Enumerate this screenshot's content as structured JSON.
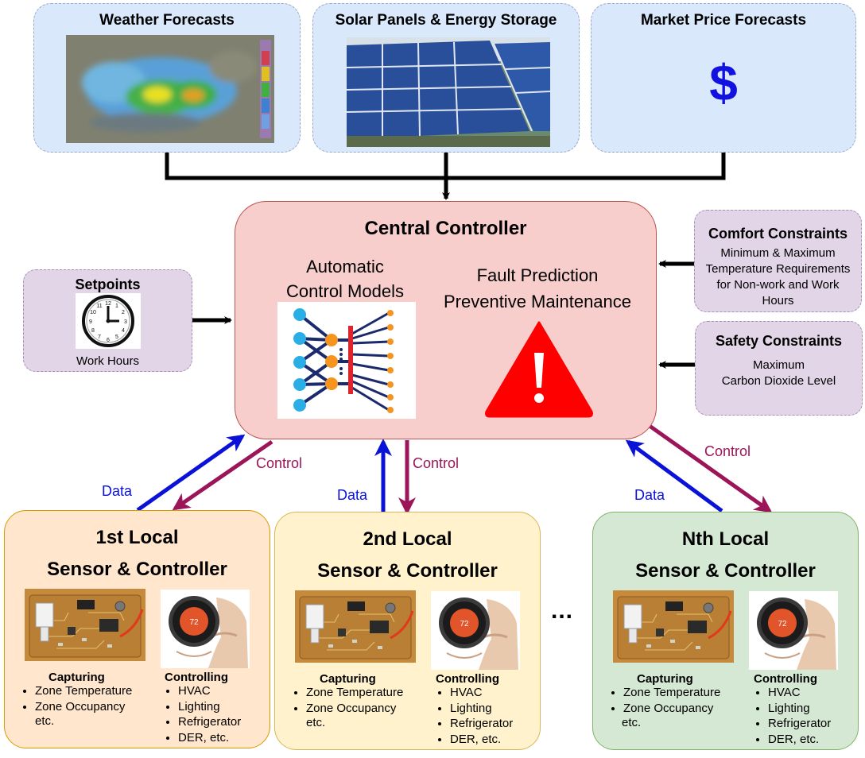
{
  "inputs": {
    "weather": "Weather Forecasts",
    "solar": "Solar Panels & Energy Storage",
    "market": "Market Price Forecasts",
    "market_symbol": "$"
  },
  "central": {
    "title": "Central Controller",
    "models_line1": "Automatic",
    "models_line2": "Control Models",
    "fault_line1": "Fault Prediction",
    "fault_line2": "Preventive Maintenance",
    "warning_symbol": "!"
  },
  "setpoints": {
    "title": "Setpoints",
    "subtitle": "Work Hours"
  },
  "comfort": {
    "title": "Comfort Constraints",
    "lines": [
      "Minimum & Maximum",
      "Temperature Requirements",
      "for Non-work and Work",
      "Hours"
    ]
  },
  "safety": {
    "title": "Safety Constraints",
    "lines": [
      "Maximum",
      "Carbon Dioxide Level"
    ]
  },
  "flow_labels": {
    "data": "Data",
    "control": "Control"
  },
  "locals": [
    {
      "title_line1": "1st Local",
      "title_line2": "Sensor & Controller",
      "capturing_title": "Capturing",
      "capturing": [
        "Zone Temperature",
        "Zone Occupancy"
      ],
      "capturing_etc": "etc.",
      "controlling_title": "Controlling",
      "controlling": [
        "HVAC",
        "Lighting",
        "Refrigerator",
        "DER, etc."
      ],
      "thermostat_value": "72"
    },
    {
      "title_line1": "2nd Local",
      "title_line2": "Sensor & Controller",
      "capturing_title": "Capturing",
      "capturing": [
        "Zone Temperature",
        "Zone Occupancy"
      ],
      "capturing_etc": "etc.",
      "controlling_title": "Controlling",
      "controlling": [
        "HVAC",
        "Lighting",
        "Refrigerator",
        "DER, etc."
      ],
      "thermostat_value": "72"
    },
    {
      "title_line1": "Nth Local",
      "title_line2": "Sensor & Controller",
      "capturing_title": "Capturing",
      "capturing": [
        "Zone Temperature",
        "Zone Occupancy"
      ],
      "capturing_etc": "etc.",
      "controlling_title": "Controlling",
      "controlling": [
        "HVAC",
        "Lighting",
        "Refrigerator",
        "DER, etc."
      ],
      "thermostat_value": "72"
    }
  ],
  "ellipsis": "...",
  "colors": {
    "data_arrow": "#0a12d8",
    "control_arrow": "#9b1558",
    "input_arrow": "#000000",
    "dollar": "#1212e0",
    "warning": "#ff0000"
  }
}
